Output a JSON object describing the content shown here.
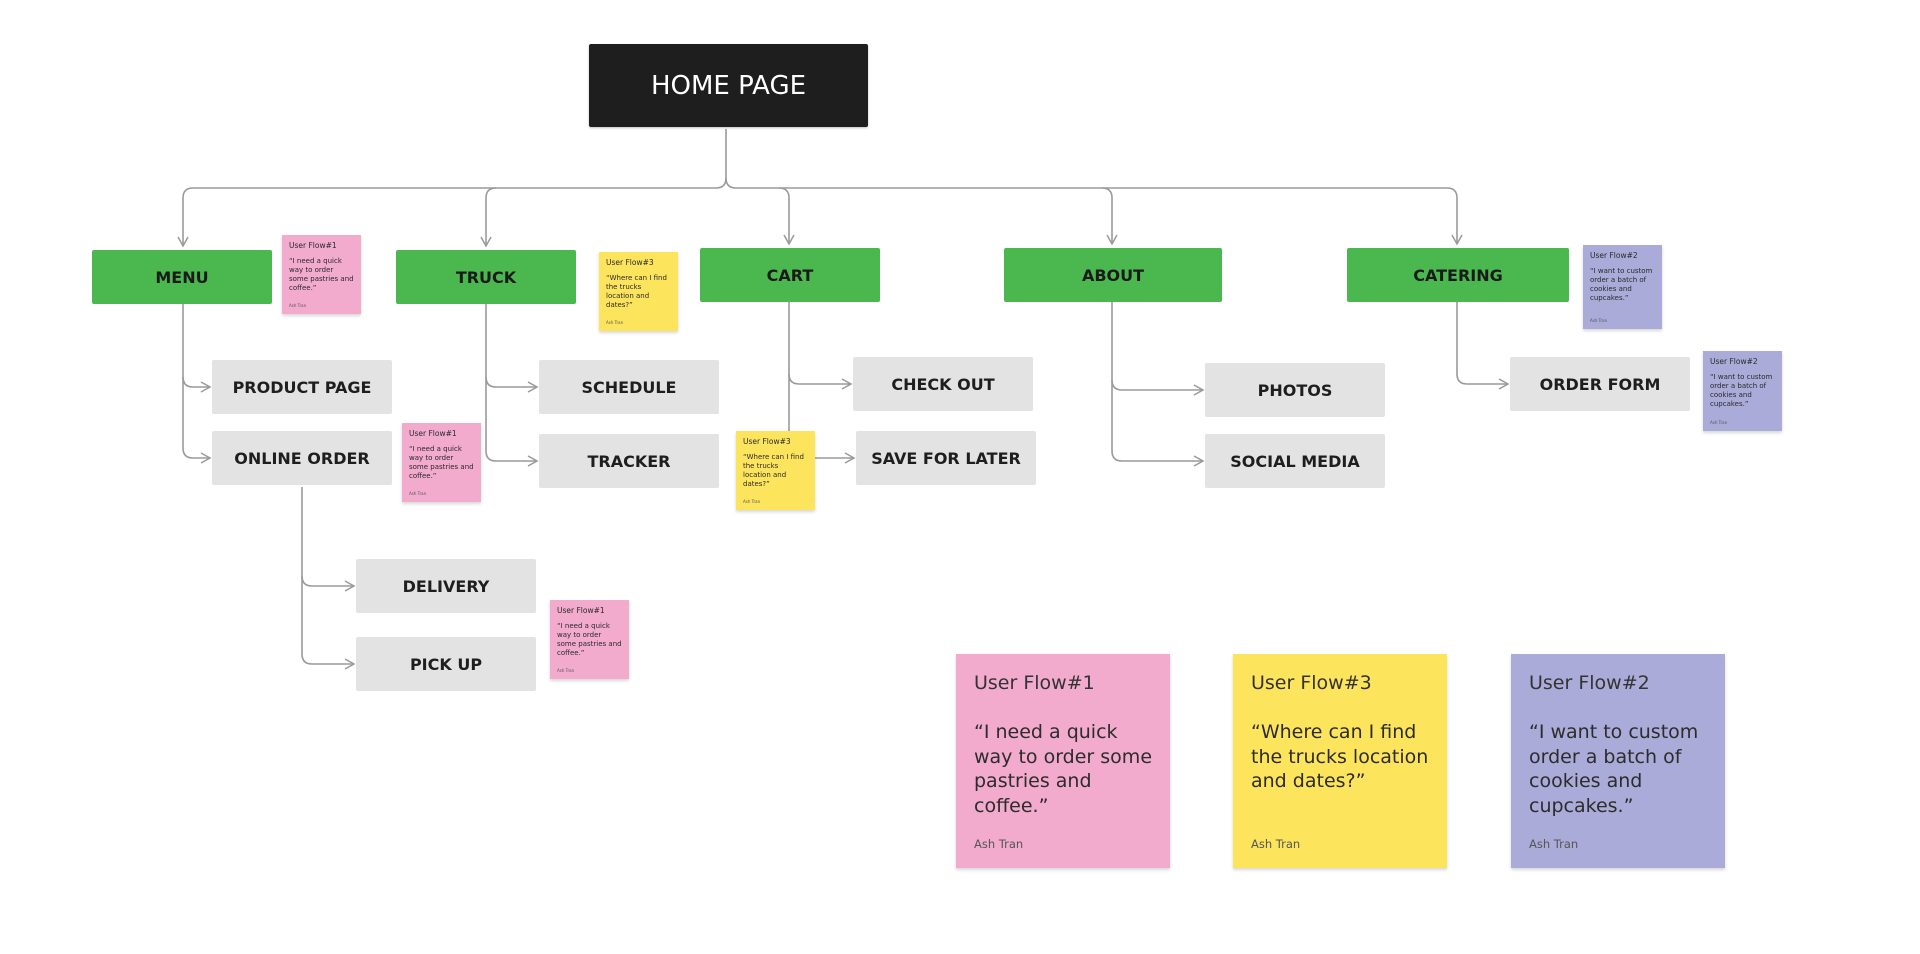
{
  "diagram": {
    "home": "HOME PAGE",
    "categories": {
      "menu": "MENU",
      "truck": "TRUCK",
      "cart": "CART",
      "about": "ABOUT",
      "catering": "CATERING"
    },
    "pages": {
      "product_page": "PRODUCT PAGE",
      "online_order": "ONLINE ORDER",
      "delivery": "DELIVERY",
      "pick_up": "PICK UP",
      "schedule": "SCHEDULE",
      "tracker": "TRACKER",
      "check_out": "CHECK OUT",
      "save_for_later": "SAVE FOR LATER",
      "photos": "PHOTOS",
      "social_media": "SOCIAL MEDIA",
      "order_form": "ORDER FORM"
    },
    "edges": [
      [
        "home",
        "menu"
      ],
      [
        "home",
        "truck"
      ],
      [
        "home",
        "cart"
      ],
      [
        "home",
        "about"
      ],
      [
        "home",
        "catering"
      ],
      [
        "menu",
        "product_page"
      ],
      [
        "menu",
        "online_order"
      ],
      [
        "online_order",
        "delivery"
      ],
      [
        "online_order",
        "pick_up"
      ],
      [
        "truck",
        "schedule"
      ],
      [
        "truck",
        "tracker"
      ],
      [
        "cart",
        "check_out"
      ],
      [
        "cart",
        "save_for_later"
      ],
      [
        "about",
        "photos"
      ],
      [
        "about",
        "social_media"
      ],
      [
        "catering",
        "order_form"
      ]
    ]
  },
  "user_flows": {
    "flow1": {
      "title": "User Flow#1",
      "quote": "“I need a quick way to order some pastries and coffee.”",
      "author": "Ash Tran",
      "color": "#f2aacd"
    },
    "flow3": {
      "title": "User Flow#3",
      "quote": "“Where can I find the trucks location and dates?”",
      "author": "Ash Tran",
      "color": "#fde45d"
    },
    "flow2": {
      "title": "User Flow#2",
      "quote": "“I want to custom order a batch of cookies and cupcakes.”",
      "author": "Ash Tran",
      "color": "#aaabd8"
    }
  },
  "colors": {
    "home": "#1e1e1e",
    "primary": "#4bb84f",
    "secondary": "#e3e3e3",
    "connector": "#9a9a9a"
  }
}
